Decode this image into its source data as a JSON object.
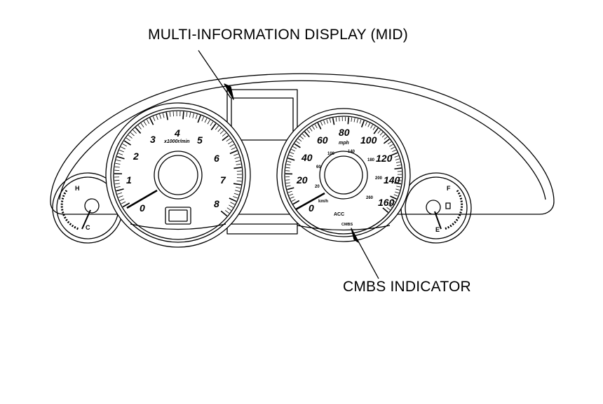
{
  "callouts": {
    "mid": "MULTI-INFORMATION DISPLAY (MID)",
    "cmbs": "CMBS INDICATOR"
  },
  "tachometer": {
    "numbers": [
      "0",
      "1",
      "2",
      "3",
      "4",
      "5",
      "6",
      "7",
      "8"
    ],
    "unit": "x1000r/min"
  },
  "speedometer": {
    "mph": [
      "0",
      "20",
      "40",
      "60",
      "80",
      "100",
      "120",
      "140",
      "160"
    ],
    "mph_unit": "mph",
    "kmh": [
      "20",
      "60",
      "100",
      "140",
      "180",
      "200",
      "260"
    ],
    "kmh_unit": "km/h",
    "acc": "ACC",
    "cmbs": "CMBS"
  },
  "temp_gauge": {
    "hot": "H",
    "cold": "C"
  },
  "fuel_gauge": {
    "full": "F",
    "empty": "E"
  }
}
